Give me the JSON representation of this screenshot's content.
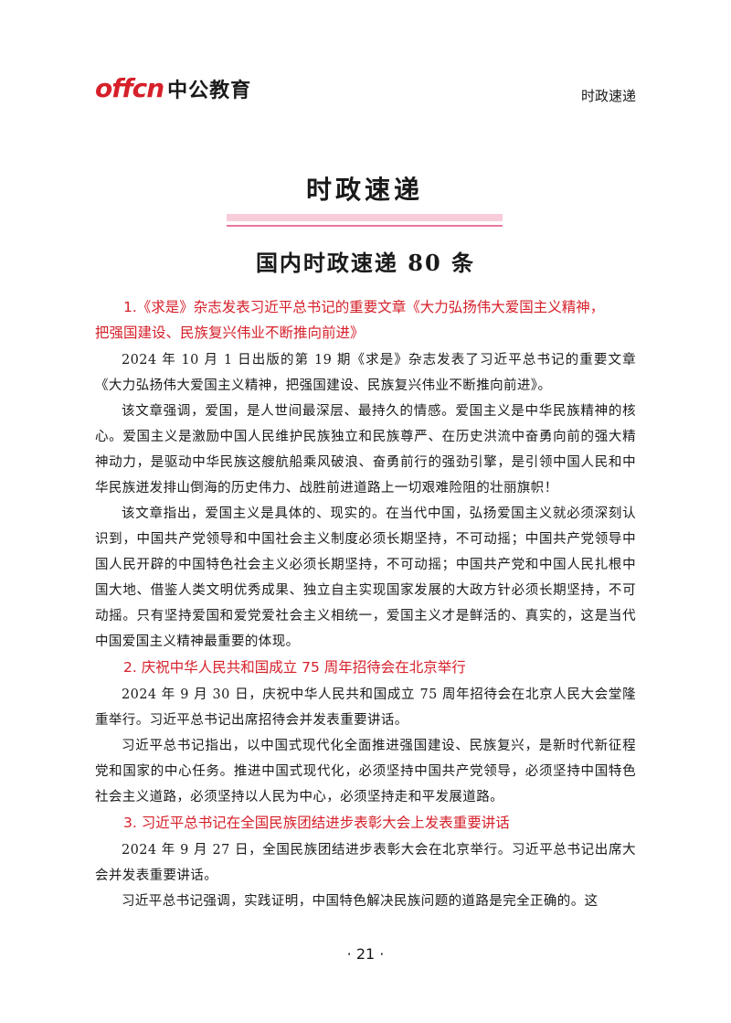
{
  "header": {
    "logo_mark": "offcn",
    "logo_text": "中公教育",
    "section": "时政速递"
  },
  "banner": {
    "title": "时政速递"
  },
  "page_title": "国内时政速递 80 条",
  "items": [
    {
      "heading_line1": "1.《求是》杂志发表习近平总书记的重要文章《大力弘扬伟大爱国主义精神，",
      "heading_line2": "把强国建设、民族复兴伟业不断推向前进》",
      "paragraphs": [
        "2024 年 10 月 1 日出版的第 19 期《求是》杂志发表了习近平总书记的重要文章《大力弘扬伟大爱国主义精神，把强国建设、民族复兴伟业不断推向前进》。",
        "该文章强调，爱国，是人世间最深层、最持久的情感。爱国主义是中华民族精神的核心。爱国主义是激励中国人民维护民族独立和民族尊严、在历史洪流中奋勇向前的强大精神动力，是驱动中华民族这艘航船乘风破浪、奋勇前行的强劲引擎，是引领中国人民和中华民族迸发排山倒海的历史伟力、战胜前进道路上一切艰难险阻的壮丽旗帜！",
        "该文章指出，爱国主义是具体的、现实的。在当代中国，弘扬爱国主义就必须深刻认识到，中国共产党领导和中国社会主义制度必须长期坚持，不可动摇；中国共产党领导中国人民开辟的中国特色社会主义必须长期坚持，不可动摇；中国共产党和中国人民扎根中国大地、借鉴人类文明优秀成果、独立自主实现国家发展的大政方针必须长期坚持，不可动摇。只有坚持爱国和爱党爱社会主义相统一，爱国主义才是鲜活的、真实的，这是当代中国爱国主义精神最重要的体现。"
      ]
    },
    {
      "heading_line1": "2. 庆祝中华人民共和国成立 75 周年招待会在北京举行",
      "paragraphs": [
        "2024 年 9 月 30 日，庆祝中华人民共和国成立 75 周年招待会在北京人民大会堂隆重举行。习近平总书记出席招待会并发表重要讲话。",
        "习近平总书记指出，以中国式现代化全面推进强国建设、民族复兴，是新时代新征程党和国家的中心任务。推进中国式现代化，必须坚持中国共产党领导，必须坚持中国特色社会主义道路，必须坚持以人民为中心，必须坚持走和平发展道路。"
      ]
    },
    {
      "heading_line1": "3. 习近平总书记在全国民族团结进步表彰大会上发表重要讲话",
      "paragraphs": [
        "2024 年 9 月 27 日，全国民族团结进步表彰大会在北京举行。习近平总书记出席大会并发表重要讲话。",
        "习近平总书记强调，实践证明，中国特色解决民族问题的道路是完全正确的。这"
      ]
    }
  ],
  "page_number": "· 21 ·",
  "colors": {
    "accent_red": "#d6202a",
    "banner_pink": "#f7cdd9",
    "banner_line": "#e8779b"
  }
}
